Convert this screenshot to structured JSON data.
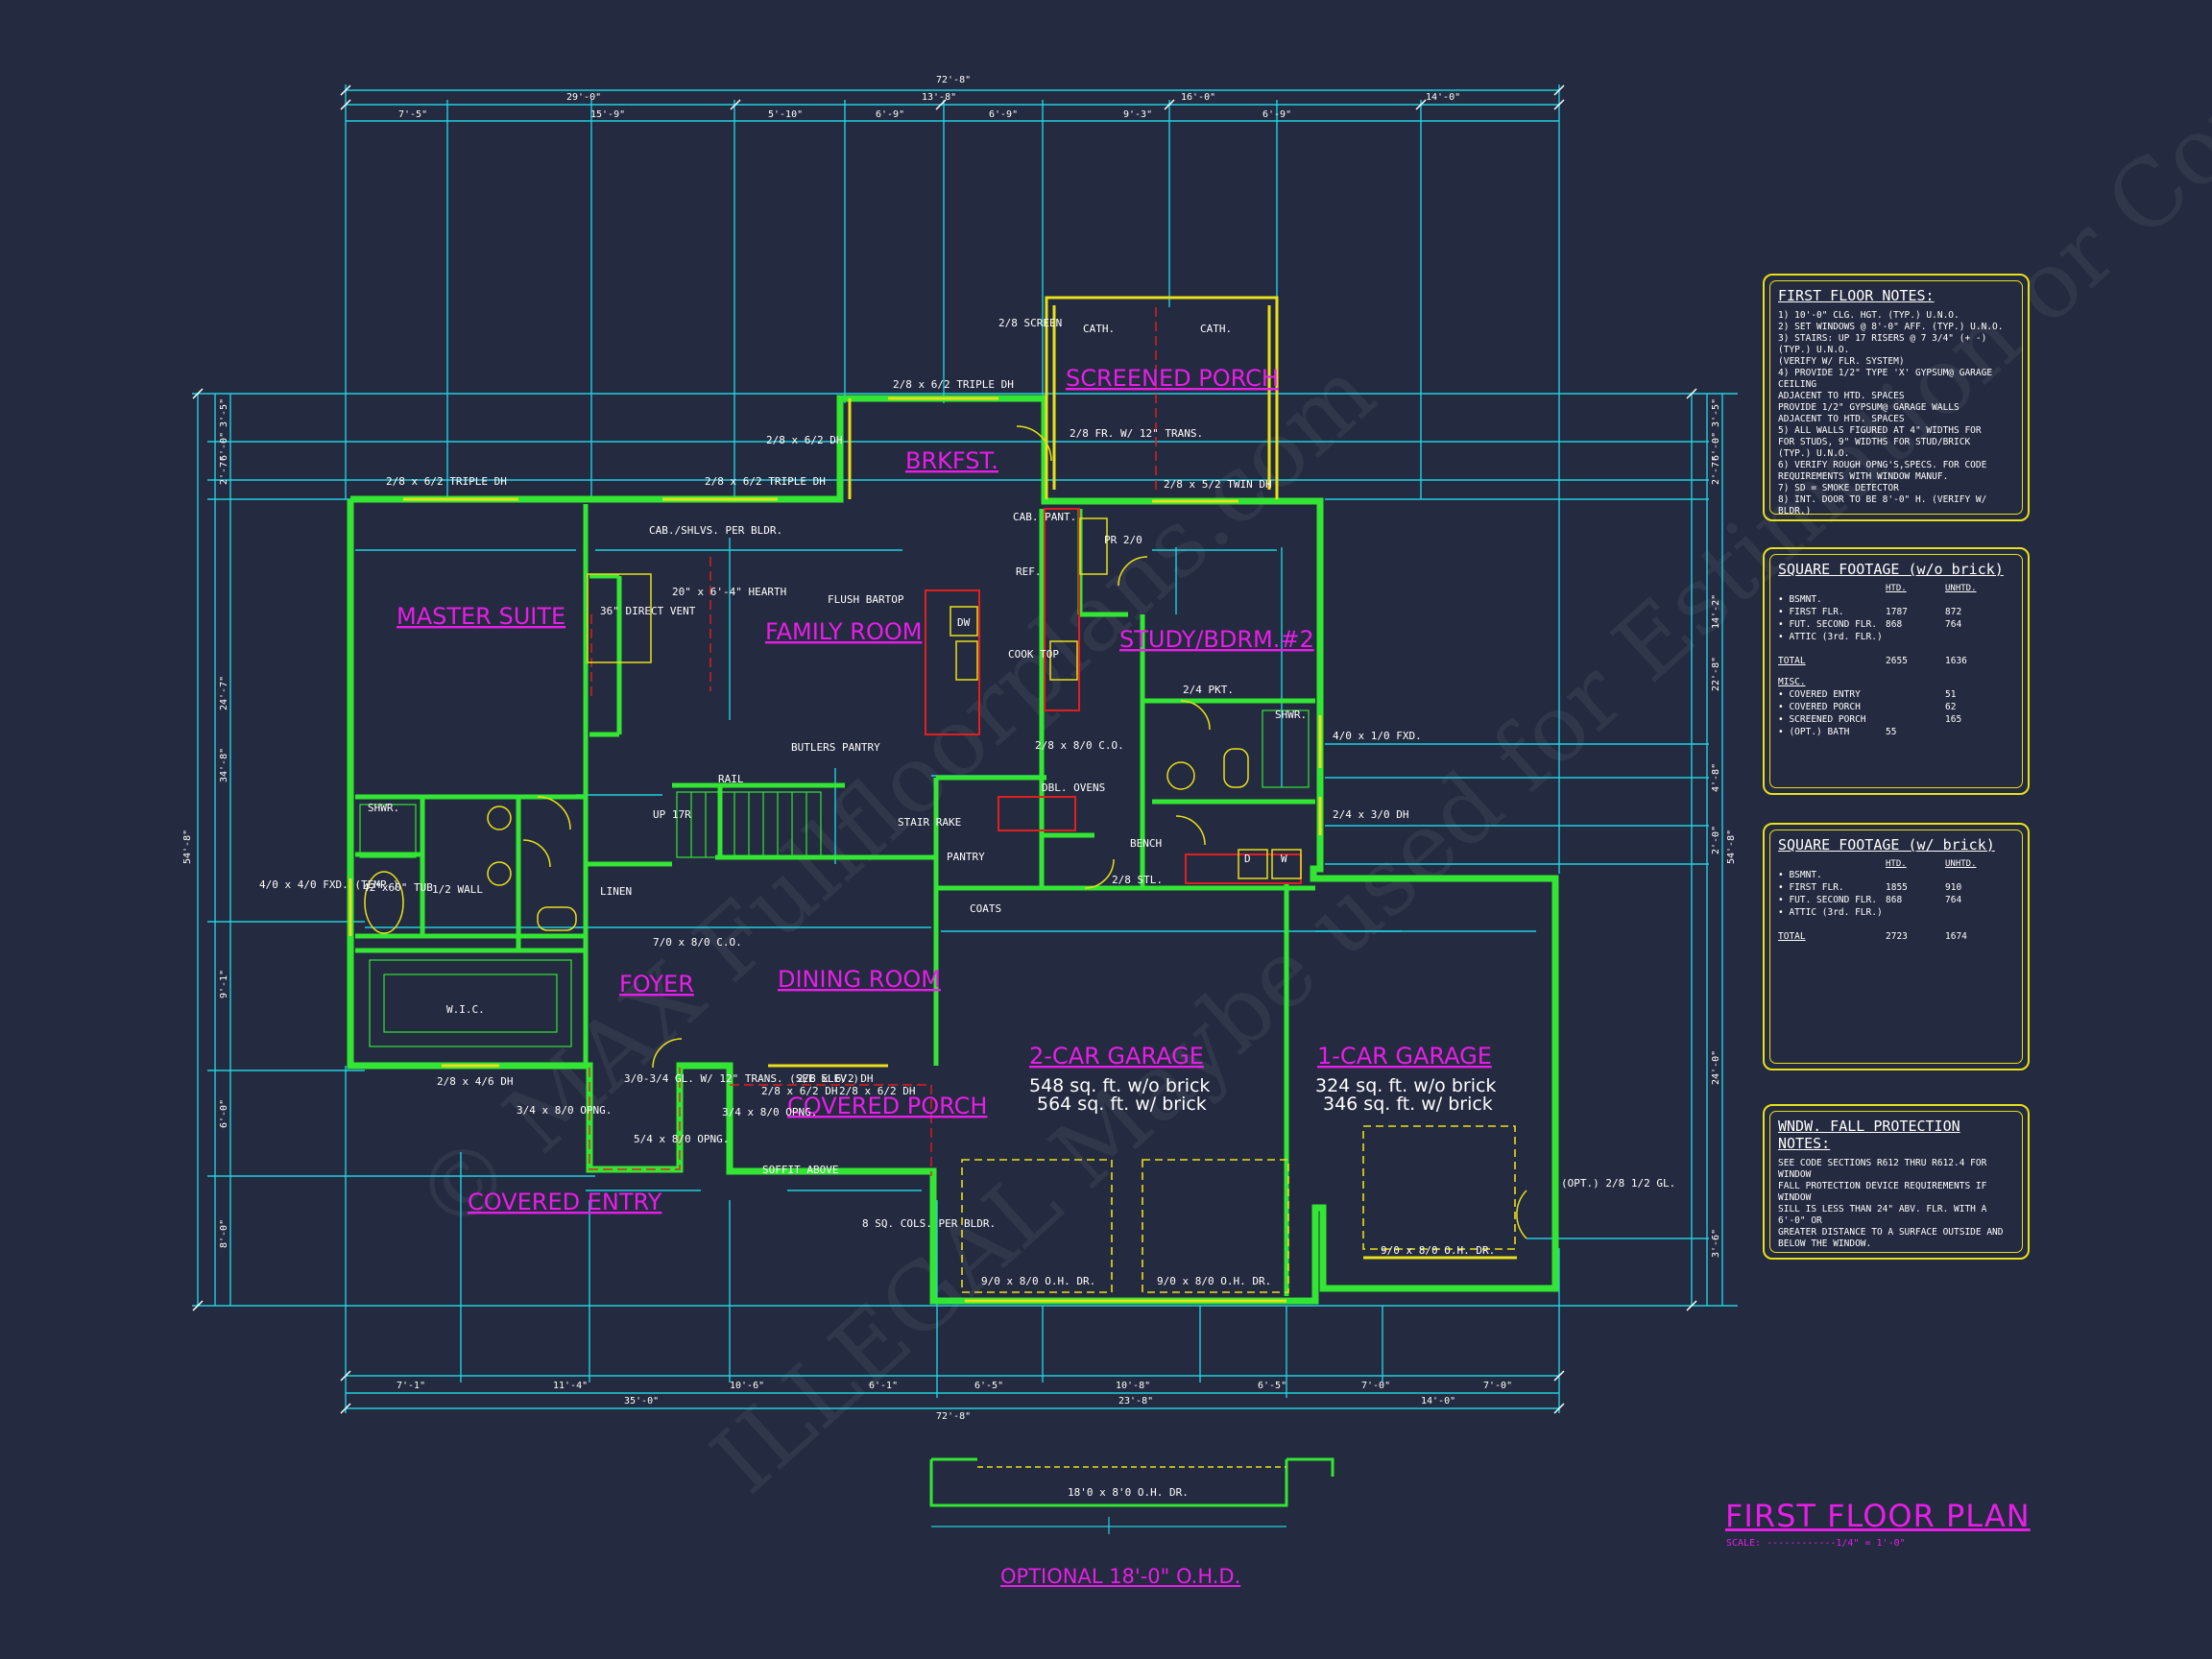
{
  "drawing": {
    "title": "FIRST FLOOR PLAN",
    "scale": "SCALE: ------------1/4\" = 1'-0\"",
    "optional_note": "OPTIONAL 18'-0\" O.H.D.",
    "optional_door": "18'0 x 8'0 O.H. DR.",
    "watermark_1": "© MAX Fullfloorplans.com",
    "watermark_2": "ILLEGAL Maybe used for Estimation or Construction"
  },
  "overall_dims": {
    "total_top": "72'-8\"",
    "total_bottom": "72'-8\"",
    "left_total": "54'-8\"",
    "right_total": "54'-8\"",
    "top_row1": [
      "29'-0\"",
      "13'-8\"",
      "16'-0\"",
      "14'-0\""
    ],
    "top_row2": [
      "7'-5\"",
      "15'-9\"",
      "5'-10\"",
      "6'-9\"",
      "6'-9\"",
      "9'-3\"",
      "6'-9\""
    ],
    "bottom_row1": [
      "7'-1\"",
      "11'-4\"",
      "10'-6\"",
      "6'-1\"",
      "6'-5\"",
      "10'-8\"",
      "6'-5\"",
      "7'-0\"",
      "7'-0\""
    ],
    "bottom_row2": [
      "35'-0\"",
      "23'-8\"",
      "14'-0\""
    ],
    "left_col": [
      "3'-5\"",
      "6'-0\"",
      "2'-7\"",
      "24'-7\"",
      "34'-8\"",
      "9'-1\"",
      "6'-0\"",
      "8'-0\""
    ],
    "right_col": [
      "3'-5\"",
      "6'-0\"",
      "2'-7\"",
      "14'-2\"",
      "22'-8\"",
      "4'-8\"",
      "2'-0\"",
      "24'-0\"",
      "3'-6\""
    ]
  },
  "rooms": {
    "master_suite": "MASTER SUITE",
    "family_room": "FAMILY ROOM",
    "brkfst": "BRKFST.",
    "screened_porch": "SCREENED PORCH",
    "study": "STUDY/BDRM.#2",
    "foyer": "FOYER",
    "dining_room": "DINING ROOM",
    "covered_porch": "COVERED PORCH",
    "covered_entry": "COVERED ENTRY",
    "garage_2": "2-CAR GARAGE",
    "garage_1": "1-CAR GARAGE",
    "garage_2_sf1": "548 sq. ft. w/o brick",
    "garage_2_sf2": "564 sq. ft. w/ brick",
    "garage_1_sf1": "324 sq. ft. w/o brick",
    "garage_1_sf2": "346 sq. ft. w/ brick"
  },
  "labels": {
    "screen": "2/8 SCREEN",
    "cath1": "CATH.",
    "cath2": "CATH.",
    "brk_window": "2/8 x 6/2 TRIPLE DH",
    "brk_side": "2/8 x 6/2 DH",
    "fr_door": "2/8 FR. W/ 12\" TRANS.",
    "master_win": "2/8 x 6/2 TRIPLE DH",
    "family_win": "2/8 x 6/2 TRIPLE DH",
    "study_win": "2/8 x 5/2 TWIN DH",
    "cab": "CAB./SHLVS. PER BLDR.",
    "hearth": "20\" x 6'-4\" HEARTH",
    "vent": "36\" DIRECT VENT",
    "bartop": "FLUSH BARTOP",
    "dw": "DW",
    "ref": "REF.",
    "cab_pant": "CAB. PANT.",
    "cooktop": "COOK TOP",
    "pr": "PR 2/0",
    "pkt": "2/4 PKT.",
    "shwr": "SHWR.",
    "fxd_410": "4/0 x 1/0 FXD.",
    "dh_24": "2/4 x 3/0 DH",
    "butlers": "BUTLERS PANTRY",
    "co_28": "2/8 x 8/0 C.O.",
    "dbl_ovens": "DBL. OVENS",
    "stair_rake": "STAIR RAKE",
    "rail": "RAIL",
    "up": "UP 17R",
    "pantry": "PANTRY",
    "bench": "BENCH",
    "coats": "COATS",
    "stl": "2/8 STL.",
    "linen": "LINEN",
    "half_wall": "1/2 WALL",
    "tub": "42\"x60\" TUB",
    "tub_fxd": "4/0 x 4/0 FXD. (TEMP.)",
    "wic": "W.I.C.",
    "master_shwr": "SHWR.",
    "foyer_co": "7/0 x 8/0 C.O.",
    "entry_door": "3/0-3/4 GL. W/ 12\" TRANS. (SEE ELEV.)",
    "opng1": "3/4 x 8/0 OPNG.",
    "opng2": "5/4 x 8/0 OPNG.",
    "opng3": "3/4 x 8/0 OPNG.",
    "soffit": "SOFFIT ABOVE",
    "cols": "8 SQ. COLS. PER BLDR.",
    "master_dh": "2/8 x 4/6 DH",
    "dining_dh1": "2/8 x 6/2 DH",
    "dining_dh2": "2/8 x 6/2 DH",
    "dining_dh3": "2/8 x 6/2 DH",
    "garage_door1": "9/0 x 8/0 O.H. DR.",
    "garage_door2": "9/0 x 8/0 O.H. DR.",
    "garage_door3": "9/0 x 8/0 O.H. DR.",
    "opt_gl": "(OPT.) 2/8 1/2 GL.",
    "washer": "W",
    "dryer": "D"
  },
  "notes": {
    "title": "FIRST FLOOR NOTES:",
    "items": [
      "1) 10'-0\" CLG. HGT. (TYP.) U.N.O.",
      "2) SET WINDOWS @ 8'-0\" AFF. (TYP.) U.N.O.",
      "3) STAIRS: UP 17 RISERS @ 7 3/4\" (+ -) (TYP.) U.N.O.",
      "   (VERIFY W/ FLR. SYSTEM)",
      "4) PROVIDE 1/2\" TYPE 'X' GYPSUM@ GARAGE CEILING",
      "   ADJACENT TO HTD. SPACES",
      "   PROVIDE 1/2\" GYPSUM@ GARAGE WALLS",
      "   ADJACENT TO HTD. SPACES",
      "5) ALL WALLS FIGURED AT 4\" WIDTHS FOR",
      "   FOR STUDS, 9\" WIDTHS FOR STUD/BRICK",
      "   (TYP.) U.N.O.",
      "6) VERIFY ROUGH OPNG'S,SPECS. FOR CODE",
      "   REQUIREMENTS WITH WINDOW MANUF.",
      "7) SD = SMOKE DETECTOR",
      "8) INT. DOOR TO BE 8'-0\" H. (VERIFY W/ BLDR.)"
    ]
  },
  "sqft_no_brick": {
    "title": "SQUARE FOOTAGE (w/o brick)",
    "head_htd": "HTD.",
    "head_unhtd": "UNHTD.",
    "rows": [
      [
        "• BSMNT.",
        "",
        ""
      ],
      [
        "• FIRST FLR.",
        "1787",
        "872"
      ],
      [
        "• FUT. SECOND FLR.",
        "868",
        "764"
      ],
      [
        "• ATTIC (3rd. FLR.)",
        "",
        ""
      ]
    ],
    "total": [
      "TOTAL",
      "2655",
      "1636"
    ],
    "misc_title": "MISC.",
    "misc": [
      [
        "• COVERED ENTRY",
        "",
        "51"
      ],
      [
        "• COVERED PORCH",
        "",
        "62"
      ],
      [
        "• SCREENED PORCH",
        "",
        "165"
      ],
      [
        "• (OPT.) BATH",
        "55",
        ""
      ]
    ]
  },
  "sqft_brick": {
    "title": "SQUARE FOOTAGE (w/ brick)",
    "head_htd": "HTD.",
    "head_unhtd": "UNHTD.",
    "rows": [
      [
        "• BSMNT.",
        "",
        ""
      ],
      [
        "• FIRST FLR.",
        "1855",
        "910"
      ],
      [
        "• FUT. SECOND FLR.",
        "868",
        "764"
      ],
      [
        "• ATTIC (3rd. FLR.)",
        "",
        ""
      ]
    ],
    "total": [
      "TOTAL",
      "2723",
      "1674"
    ]
  },
  "fall_notes": {
    "title": "WNDW. FALL PROTECTION NOTES:",
    "text": [
      "SEE CODE SECTIONS R612 THRU R612.4 FOR WINDOW",
      "FALL PROTECTION DEVICE REQUIREMENTS IF WINDOW",
      "SILL IS LESS THAN 24\" ABV. FLR. WITH A 6'-0\" OR",
      "GREATER DISTANCE TO A SURFACE OUTSIDE AND",
      "BELOW THE WINDOW."
    ]
  },
  "colors": {
    "background": "#242a3f",
    "wall": "#33e633",
    "dimension": "#20d0e0",
    "room_text": "#e81ee8",
    "note_frame": "#e8e01a",
    "accent_red": "#e02020"
  }
}
